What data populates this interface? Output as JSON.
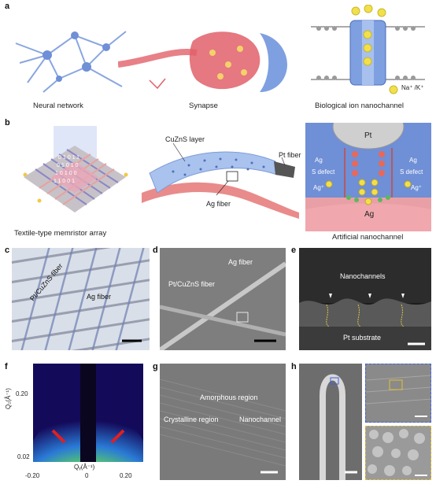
{
  "panel_labels": [
    "a",
    "b",
    "c",
    "d",
    "e",
    "f",
    "g",
    "h"
  ],
  "a": {
    "captions": {
      "neural_network": "Neural network",
      "synapse": "Synapse",
      "ion_channel": "Biological ion nanochannel"
    },
    "ion_label": "Na⁺ /K⁺"
  },
  "b": {
    "captions": {
      "array": "Textile-type memristor array",
      "nanochannel": "Artificial nanochannel"
    },
    "labels": {
      "cuzns": "CuZnS layer",
      "pt_fiber": "Pt fiber",
      "ag_fiber": "Ag fiber",
      "pt": "Pt",
      "ag": "Ag",
      "ag_left": "Ag",
      "ag_right": "Ag",
      "s_defect_left": "S defect",
      "s_defect_right": "S defect",
      "ag_plus_left": "Ag⁺",
      "ag_plus_right": "Ag⁺"
    },
    "matrix_digits": [
      "0",
      "1",
      "0",
      "1",
      "1",
      "0",
      "1",
      "0",
      "1",
      "0",
      "1",
      "0",
      "1",
      "0",
      "0",
      "1",
      "1",
      "0",
      "0",
      "1"
    ]
  },
  "c": {
    "labels": {
      "pt_fiber": "Pt/CuZnS fiber",
      "ag_fiber": "Ag fiber"
    }
  },
  "d": {
    "labels": {
      "pt_fiber": "Pt/CuZnS fiber",
      "ag_fiber": "Ag fiber"
    }
  },
  "e": {
    "labels": {
      "nanochannels": "Nanochannels",
      "substrate": "Pt substrate"
    }
  },
  "f": {
    "y_label": "Q₂(Å⁻¹)",
    "x_label": "Qᵧ(Å⁻¹)",
    "y_ticks": [
      "0.20",
      "0.02"
    ],
    "x_ticks": [
      "-0.20",
      "0",
      "0.20"
    ]
  },
  "g": {
    "labels": {
      "amorphous": "Amorphous region",
      "crystalline": "Crystalline region",
      "nanochannel": "Nanochannel"
    }
  },
  "colors": {
    "neuron_blue": "#6f8fd6",
    "synapse_red": "#e0606a",
    "channel_blue": "#7fa0e0",
    "ion_yellow": "#f2e04a",
    "ag_red": "#e8685a",
    "fiber_blue": "#a9c2ee"
  }
}
